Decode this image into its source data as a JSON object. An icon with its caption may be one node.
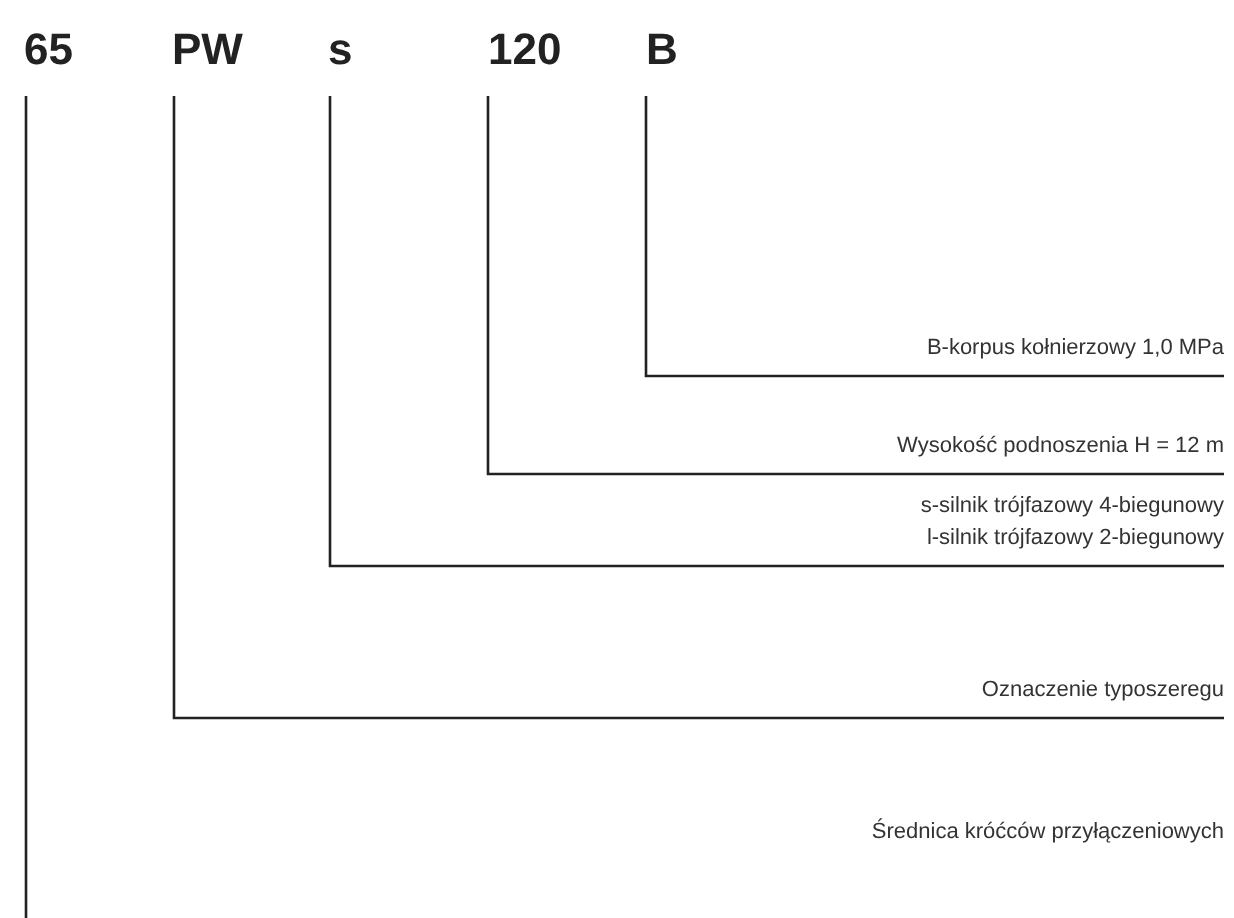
{
  "diagram": {
    "nodes": [
      {
        "text": [
          "65"
        ]
      },
      {
        "text": [
          "PW"
        ]
      },
      {
        "text": [
          "s"
        ]
      },
      {
        "text": [
          "120"
        ]
      },
      {
        "text": [
          "B"
        ]
      },
      {
        "text": [
          "B-korpus kołnierzowy 1,0 MPa"
        ]
      },
      {
        "text": [
          "Wysokość podnoszenia H = 12 m"
        ]
      },
      {
        "text": [
          "s-silnik trójfazowy 4-biegunowy",
          "l-silnik trójfazowy 2-biegunowy"
        ]
      },
      {
        "text": [
          "Oznaczenie typoszeregu"
        ]
      },
      {
        "text": [
          "Średnica króćców przyłączeniowych"
        ]
      }
    ],
    "edges": [
      {
        "from": 4,
        "to": 5,
        "arrow": "none"
      },
      {
        "from": 3,
        "to": 6,
        "arrow": "none"
      },
      {
        "from": 2,
        "to": 7,
        "arrow": "none"
      },
      {
        "from": 1,
        "to": 8,
        "arrow": "none"
      },
      {
        "from": 0,
        "to": null,
        "arrow": "none"
      }
    ]
  }
}
